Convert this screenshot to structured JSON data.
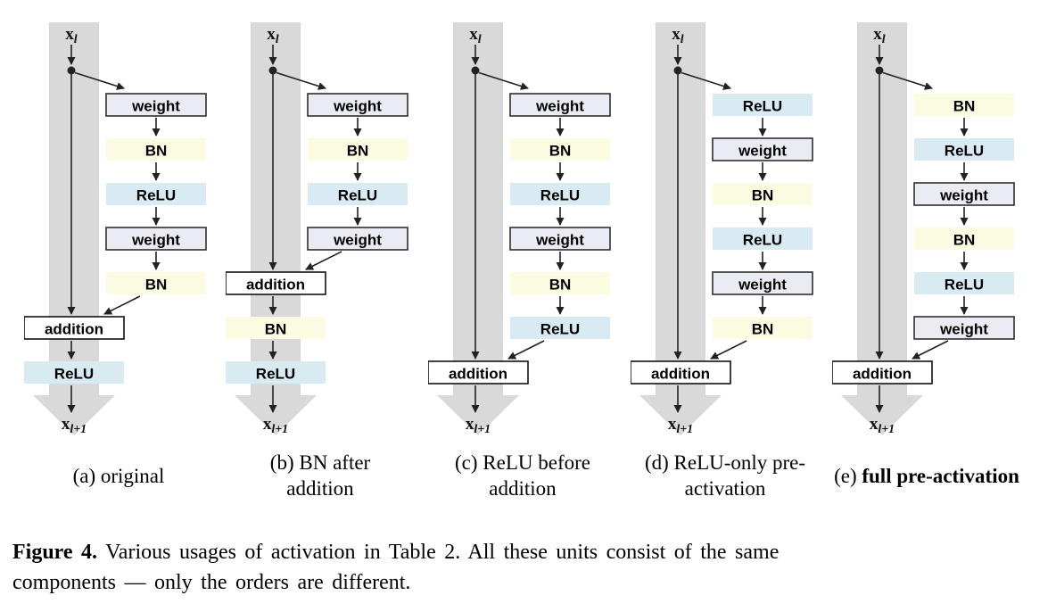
{
  "figure": {
    "label": "Figure 4.",
    "lines": [
      "Various usages of activation in Table 2. All these units consist of the same",
      "components — only the orders are different."
    ]
  },
  "io_labels": {
    "base": "x",
    "input_sub": "l",
    "output_sub": "l+1"
  },
  "node_types": {
    "weight": {
      "label": "weight",
      "fill": "#ebebf4",
      "stroke": "#2e2e2e"
    },
    "bn": {
      "label": "BN",
      "fill": "#fbfbe2",
      "stroke": "none"
    },
    "relu": {
      "label": "ReLU",
      "fill": "#d8ebf3",
      "stroke": "none"
    },
    "addition": {
      "label": "addition",
      "fill": "#ffffff",
      "stroke": "#111111"
    }
  },
  "colors": {
    "band": "#d9d9d9",
    "arrow": "#222222"
  },
  "diagrams": [
    {
      "id": "a",
      "caption_prefix": "(a)",
      "caption_text": "original",
      "caption_bold": false,
      "pre_addition": [
        "weight",
        "bn",
        "relu",
        "weight",
        "bn"
      ],
      "post_addition": [
        "relu"
      ]
    },
    {
      "id": "b",
      "caption_prefix": "(b)",
      "caption_text": "BN after addition",
      "caption_bold": false,
      "pre_addition": [
        "weight",
        "bn",
        "relu",
        "weight"
      ],
      "post_addition": [
        "bn",
        "relu"
      ]
    },
    {
      "id": "c",
      "caption_prefix": "(c)",
      "caption_text": "ReLU before addition",
      "caption_bold": false,
      "pre_addition": [
        "weight",
        "bn",
        "relu",
        "weight",
        "bn",
        "relu"
      ],
      "post_addition": []
    },
    {
      "id": "d",
      "caption_prefix": "(d)",
      "caption_text": "ReLU-only pre-activation",
      "caption_bold": false,
      "pre_addition": [
        "relu",
        "weight",
        "bn",
        "relu",
        "weight",
        "bn"
      ],
      "post_addition": []
    },
    {
      "id": "e",
      "caption_prefix": "(e)",
      "caption_text": "full pre-activation",
      "caption_bold": true,
      "pre_addition": [
        "bn",
        "relu",
        "weight",
        "bn",
        "relu",
        "weight"
      ],
      "post_addition": []
    }
  ]
}
